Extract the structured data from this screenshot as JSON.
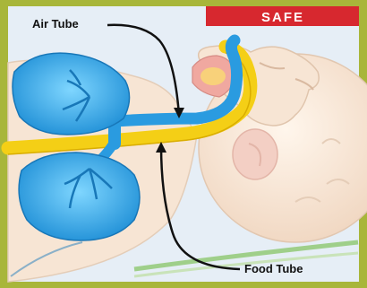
{
  "badge": {
    "text": "SAFE",
    "color": "#d7282f"
  },
  "labels": {
    "air_tube": "Air Tube",
    "food_tube": "Food Tube"
  },
  "colors": {
    "frame": "#a8b63a",
    "background": "#e6eef6",
    "air_tube": "#2a9be0",
    "food_tube": "#f4cf16",
    "lungs": "#40b4ee",
    "skin": "#f7e5d4"
  }
}
